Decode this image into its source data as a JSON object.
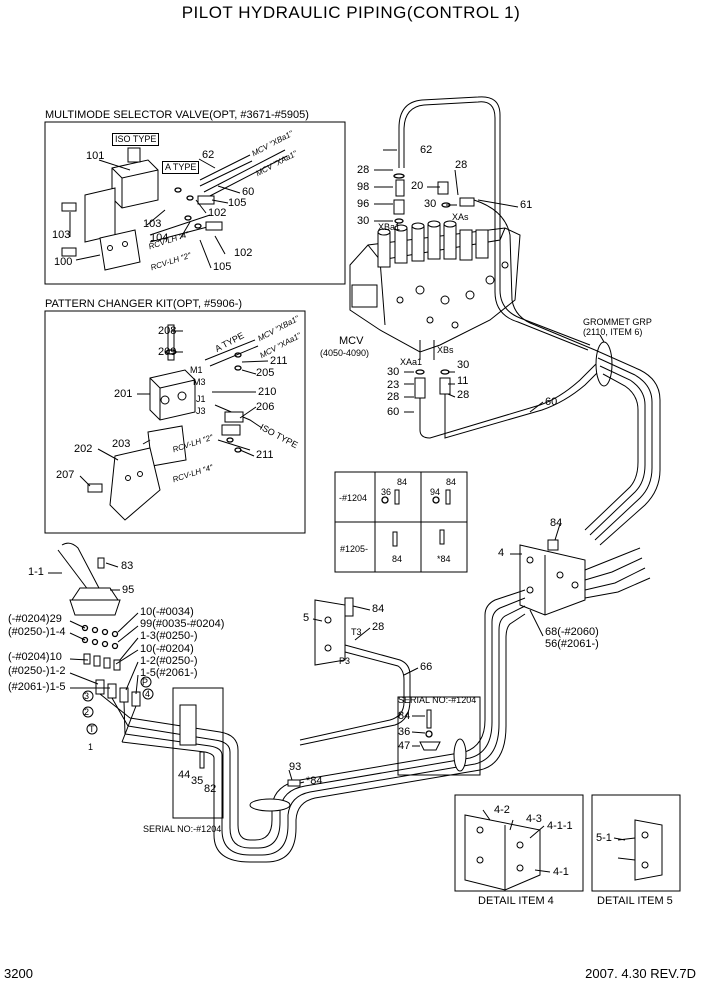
{
  "title": "PILOT HYDRAULIC PIPING(CONTROL 1)",
  "sections": {
    "multimode": "MULTIMODE SELECTOR VALVE(OPT, #3671-#5905)",
    "pattern": "PATTERN CHANGER KIT(OPT, #5906-)"
  },
  "badges": {
    "iso1": "ISO TYPE",
    "atype1": "A TYPE",
    "atype2": "A TYPE",
    "iso2": "ISO TYPE"
  },
  "hose_tags": {
    "mcv_xba1_a": "MCV \"XBa1\"",
    "mcv_xaa1_a": "MCV \"XAa1\"",
    "rcv_lh4_a": "RCV-LH \"4\"",
    "rcv_lh2_a": "RCV-LH \"2\"",
    "mcv_xba1_b": "MCV \"XBa1\"",
    "mcv_xaa1_b": "MCV \"XAa1\"",
    "rcv_lh2_b": "RCV-LH \"2\"",
    "rcv_lh4_b": "RCV-LH \"4\""
  },
  "ports": {
    "xas": "XAs",
    "xba1": "XBa1",
    "xaa1": "XAa1",
    "xbs": "XBs",
    "m1": "M1",
    "m3": "M3",
    "j1": "J1",
    "j3": "J3",
    "t3": "T3",
    "p3": "P3",
    "p": "P",
    "t": "T"
  },
  "mcv_label": "MCV",
  "mcv_range": "(4050-4090)",
  "grommet": {
    "line1": "GROMMET GRP",
    "line2": "(2110, ITEM 6)"
  },
  "table": {
    "row1_label": "-#1204",
    "row2_label": "#1205-",
    "c1a": "36",
    "c1b": "84",
    "c2a": "94",
    "c2b": "84",
    "c3": "84",
    "c4": "*84"
  },
  "serial_1": "SERIAL NO:-#1204",
  "serial_2": "SERIAL NO:-#1204",
  "callouts": {
    "n62a": "62",
    "n101": "101",
    "n60a": "60",
    "n102a": "102",
    "n105a": "105",
    "n103a": "103",
    "n104": "104",
    "n103b": "103",
    "n102b": "102",
    "n100": "100",
    "n105b": "105",
    "n208": "208",
    "n209": "209",
    "n211a": "211",
    "n205": "205",
    "n210": "210",
    "n201": "201",
    "n206": "206",
    "n202": "202",
    "n203": "203",
    "n211b": "211",
    "n207": "207",
    "n62b": "62",
    "n28a": "28",
    "n28b": "28",
    "n98": "98",
    "n20": "20",
    "n96": "96",
    "n30a": "30",
    "n30b": "30",
    "n61": "61",
    "n30c": "30",
    "n30d": "30",
    "n23": "23",
    "n11": "11",
    "n28c": "28",
    "n28d": "28",
    "n60b": "60",
    "n60c": "60",
    "n84a": "84",
    "n4": "4",
    "n68": "68(-#2060)",
    "n56": "56(#2061-)",
    "n11b": "1-1",
    "n83": "83",
    "n95": "95",
    "n10a": "10(-#0034)",
    "n99": "99(#0035-#0204)",
    "n13": "1-3(#0250-)",
    "n29": "(-#0204)29",
    "n14": "(#0250-)1-4",
    "n10b": "(-#0204)10",
    "n12a": "(#0250-)1-2",
    "n15a": "(#2061-)1-5",
    "n10c": "10(-#0204)",
    "n12b": "1-2(#0250-)",
    "n15b": "1-5(#2061-)",
    "n5": "5",
    "n84b": "84",
    "n28e": "28",
    "n66": "66",
    "n84c": "84",
    "n36": "36",
    "n47": "47",
    "n44": "44",
    "n35": "35",
    "n82": "82",
    "n93": "93",
    "n84d": "*84",
    "n42": "4-2",
    "n43": "4-3",
    "n411": "4-1-1",
    "n41": "4-1",
    "n51": "5-1",
    "c3": "3",
    "c2": "2",
    "c1": "1",
    "c4": "4"
  },
  "detail_4": "DETAIL ITEM 4",
  "detail_5": "DETAIL ITEM 5",
  "footer": {
    "page": "3200",
    "date_rev": "2007. 4.30  REV.7D"
  }
}
